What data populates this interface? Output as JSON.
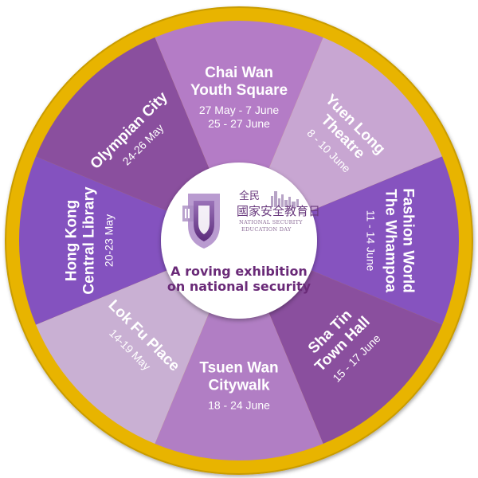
{
  "colors": {
    "ring": "#e8b400",
    "ring_outline": "#c99c00",
    "center_bg": "#ffffff",
    "tagline": "#6a2a78"
  },
  "center": {
    "logo_chinese_top": "全民",
    "logo_chinese_main": "國家安全教育日",
    "logo_english_1": "NATIONAL SECURITY",
    "logo_english_2": "EDUCATION DAY",
    "tagline_line1": "A roving exhibition",
    "tagline_line2": "on national security"
  },
  "venues": [
    {
      "id": "chai-wan",
      "name": [
        "Chai Wan",
        "Youth Square"
      ],
      "dates": [
        "27 May - 7 June",
        "25 - 27 June"
      ],
      "color": "#b47cc6"
    },
    {
      "id": "yuen-long",
      "name": [
        "Yuen Long",
        "Theatre"
      ],
      "dates": [
        "8 - 10 June"
      ],
      "color": "#c8a6d2"
    },
    {
      "id": "fashion-world",
      "name": [
        "Fashion World",
        "The Whampoa"
      ],
      "dates": [
        "11 - 14 June"
      ],
      "color": "#8653bf"
    },
    {
      "id": "sha-tin",
      "name": [
        "Sha Tin",
        "Town Hall"
      ],
      "dates": [
        "15 - 17 June"
      ],
      "color": "#8a4f9e"
    },
    {
      "id": "tsuen-wan",
      "name": [
        "Tsuen Wan",
        "Citywalk"
      ],
      "dates": [
        "18 - 24 June"
      ],
      "color": "#b17ec4"
    },
    {
      "id": "lok-fu",
      "name": [
        "Lok Fu Place"
      ],
      "dates": [
        "14-19 May"
      ],
      "color": "#c9b0d3"
    },
    {
      "id": "hong-kong-central-library",
      "name": [
        "Hong Kong",
        "Central Library"
      ],
      "dates": [
        "20-23 May"
      ],
      "color": "#8452bf"
    },
    {
      "id": "olympian-city",
      "name": [
        "Olympian City"
      ],
      "dates": [
        "24-26 May"
      ],
      "color": "#8a4f9e"
    }
  ]
}
